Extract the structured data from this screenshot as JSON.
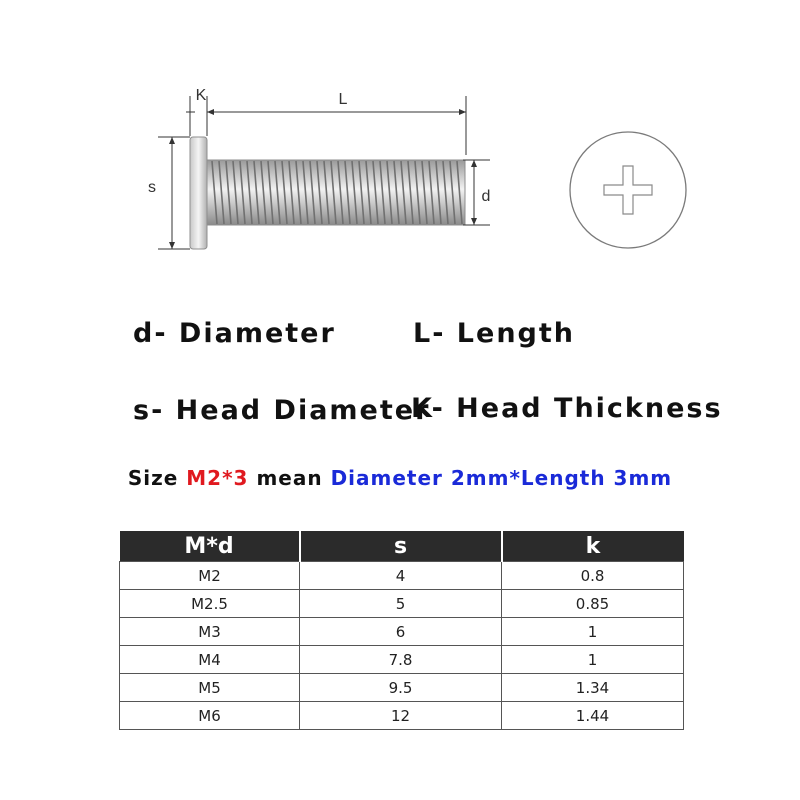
{
  "diagram": {
    "labels": {
      "k": "K",
      "l": "L",
      "s": "s",
      "d": "d"
    }
  },
  "legend": {
    "d": "d- Diameter",
    "l": "L- Length",
    "s": "s- Head Diameter",
    "k": "K- Head Thickness"
  },
  "size_note": {
    "prefix": "Size ",
    "example": "M2*3",
    "middle": " mean ",
    "meaning": "Diameter 2mm*Length 3mm"
  },
  "colors": {
    "red": "#e0191f",
    "blue": "#1a2ad8",
    "header_bg": "#2b2b2b"
  },
  "table": {
    "headers": [
      "M*d",
      "s",
      "k"
    ],
    "rows": [
      [
        "M2",
        "4",
        "0.8"
      ],
      [
        "M2.5",
        "5",
        "0.85"
      ],
      [
        "M3",
        "6",
        "1"
      ],
      [
        "M4",
        "7.8",
        "1"
      ],
      [
        "M5",
        "9.5",
        "1.34"
      ],
      [
        "M6",
        "12",
        "1.44"
      ]
    ]
  }
}
